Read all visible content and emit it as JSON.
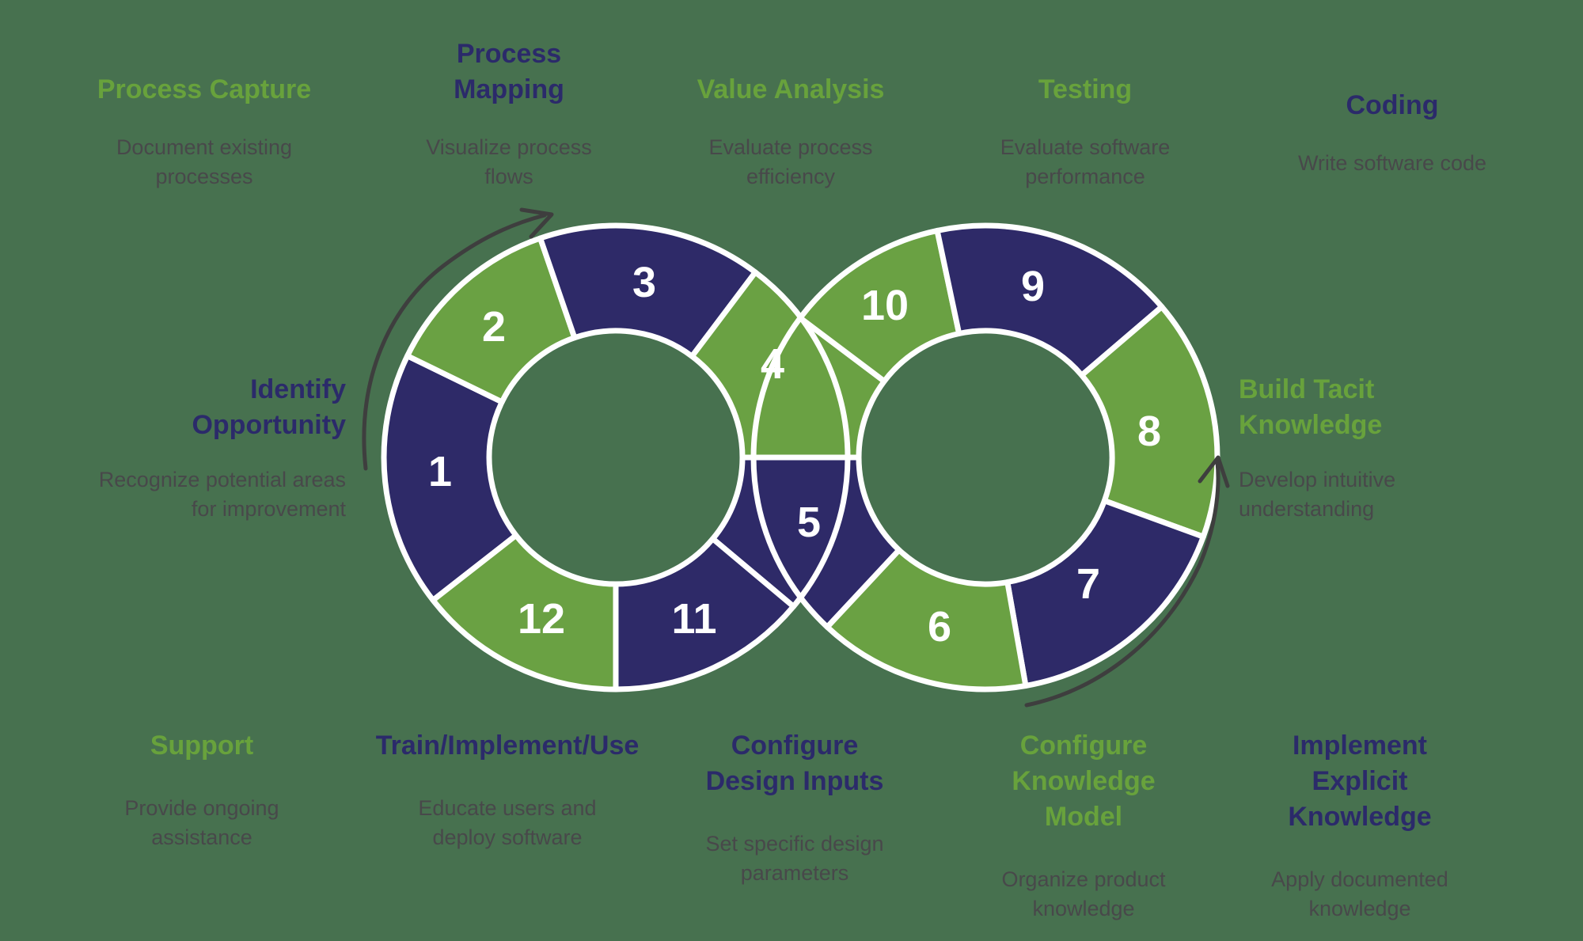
{
  "canvas": {
    "background": "#47714f"
  },
  "palette": {
    "segment_navy": "#2e2a68",
    "segment_green": "#6aa143",
    "segment_outline": "#ffffff",
    "title_green": "#68a23c",
    "title_navy": "#2b2a6a",
    "subtitle_gray": "#48484a",
    "number_text": "#ffffff",
    "arrow": "#3e3e3e"
  },
  "diagram": {
    "type": "infinity-loop-cycle",
    "segments": [
      {
        "number": "1",
        "color": "navy"
      },
      {
        "number": "2",
        "color": "green"
      },
      {
        "number": "3",
        "color": "navy"
      },
      {
        "number": "4",
        "color": "green"
      },
      {
        "number": "5",
        "color": "navy"
      },
      {
        "number": "6",
        "color": "green"
      },
      {
        "number": "7",
        "color": "navy"
      },
      {
        "number": "8",
        "color": "green"
      },
      {
        "number": "9",
        "color": "navy"
      },
      {
        "number": "10",
        "color": "green"
      },
      {
        "number": "11",
        "color": "navy"
      },
      {
        "number": "12",
        "color": "green"
      }
    ]
  },
  "labels": {
    "top": [
      {
        "id": "process-capture",
        "title": "Process Capture",
        "title_color": "green",
        "subtitle": "Document existing processes"
      },
      {
        "id": "process-mapping",
        "title": "Process Mapping",
        "title_color": "navy",
        "subtitle": "Visualize process flows"
      },
      {
        "id": "value-analysis",
        "title": "Value Analysis",
        "title_color": "green",
        "subtitle": "Evaluate process efficiency"
      },
      {
        "id": "testing",
        "title": "Testing",
        "title_color": "green",
        "subtitle": "Evaluate software performance"
      },
      {
        "id": "coding",
        "title": "Coding",
        "title_color": "navy",
        "subtitle": "Write software code"
      }
    ],
    "left": {
      "id": "identify-opportunity",
      "title": "Identify Opportunity",
      "title_color": "navy",
      "subtitle": "Recognize potential areas for improvement"
    },
    "right": {
      "id": "build-tacit-knowledge",
      "title": "Build Tacit Knowledge",
      "title_color": "green",
      "subtitle": "Develop intuitive understanding"
    },
    "bottom": [
      {
        "id": "support",
        "title": "Support",
        "title_color": "green",
        "subtitle": "Provide ongoing assistance"
      },
      {
        "id": "train-implement-use",
        "title": "Train/Implement/Use",
        "title_color": "navy",
        "subtitle": "Educate users and deploy software"
      },
      {
        "id": "configure-design-inputs",
        "title": "Configure Design Inputs",
        "title_color": "navy",
        "subtitle": "Set specific design parameters"
      },
      {
        "id": "configure-knowledge-model",
        "title": "Configure Knowledge Model",
        "title_color": "green",
        "subtitle": "Organize product knowledge"
      },
      {
        "id": "implement-explicit-knowledge",
        "title": "Implement Explicit Knowledge",
        "title_color": "navy",
        "subtitle": "Apply documented knowledge"
      }
    ]
  }
}
